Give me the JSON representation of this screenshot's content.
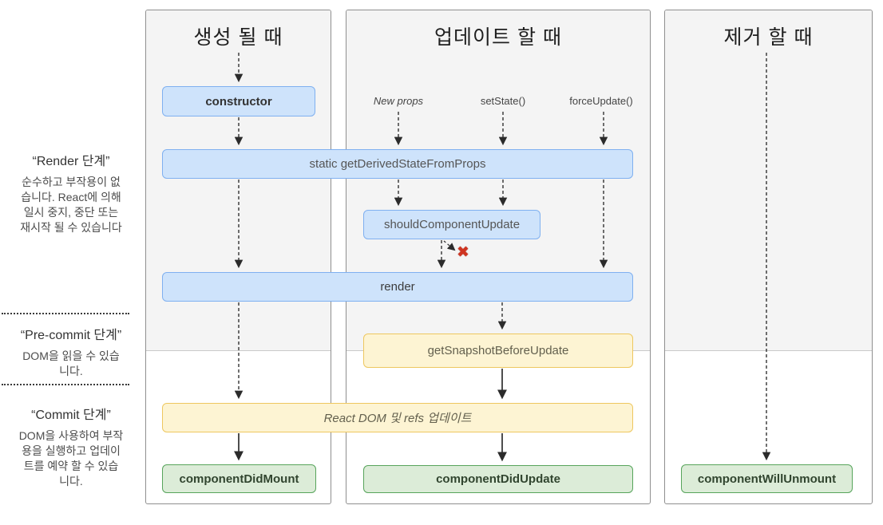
{
  "columns": [
    {
      "title": "생성 될 때"
    },
    {
      "title": "업데이트 할 때"
    },
    {
      "title": "제거 할 때"
    }
  ],
  "sidebar": {
    "phases": [
      {
        "title": "“Render 단계”",
        "description": "순수하고 부작용이 없\n습니다. React에 의해\n일시 중지, 중단 또는\n재시작 될 수 있습니다"
      },
      {
        "title": "“Pre-commit 단계”",
        "description": "DOM을 읽을 수 있습\n니다."
      },
      {
        "title": "“Commit 단계”",
        "description": "DOM을 사용하여 부작\n용을 실행하고 업데이\n트를 예약 할 수 있습\n니다."
      }
    ]
  },
  "triggers": [
    {
      "label": "New props"
    },
    {
      "label": "setState()"
    },
    {
      "label": "forceUpdate()"
    }
  ],
  "nodes": {
    "constructor": {
      "label": "constructor"
    },
    "getDerivedStateFromProps": {
      "label": "static getDerivedStateFromProps"
    },
    "shouldComponentUpdate": {
      "label": "shouldComponentUpdate"
    },
    "render": {
      "label": "render"
    },
    "getSnapshotBeforeUpdate": {
      "label": "getSnapshotBeforeUpdate"
    },
    "reactDomUpdate": {
      "label": "React DOM 및 refs 업데이트"
    },
    "componentDidMount": {
      "label": "componentDidMount"
    },
    "componentDidUpdate": {
      "label": "componentDidUpdate"
    },
    "componentWillUnmount": {
      "label": "componentWillUnmount"
    }
  },
  "icons": {
    "reject_x": "✖"
  },
  "colors": {
    "blue_fill": "#cee3fb",
    "blue_border": "#7fb0f0",
    "yellow_fill": "#fdf4d3",
    "yellow_border": "#eec75f",
    "green_fill": "#dcecd8",
    "green_border": "#57a45b",
    "phase_bg": "#f4f4f4",
    "reject_x_red": "#cf3420"
  }
}
